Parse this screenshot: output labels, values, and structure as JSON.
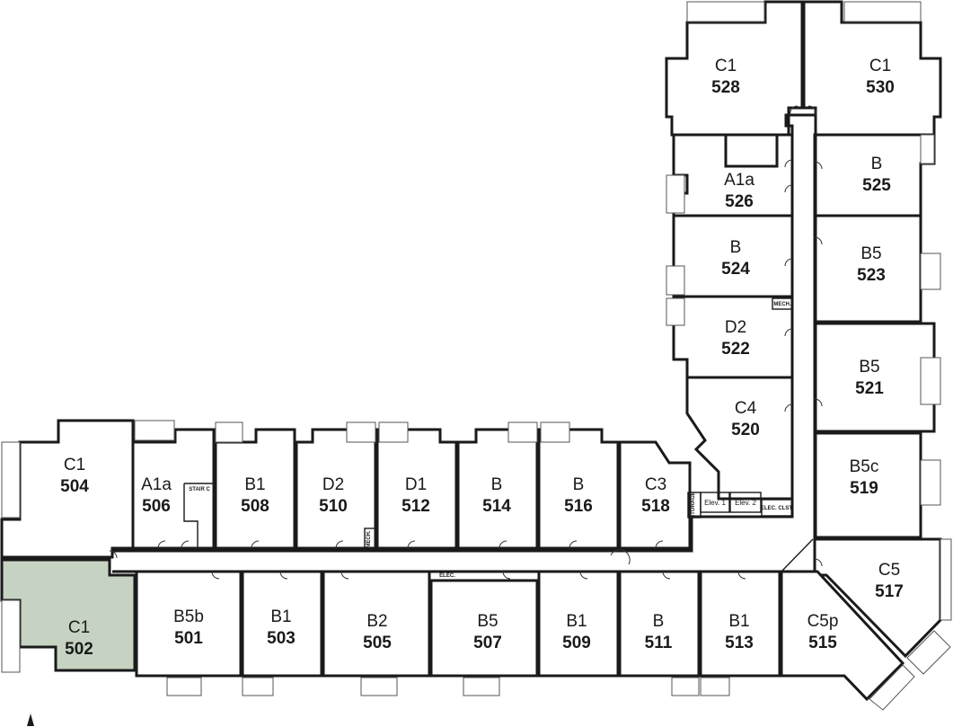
{
  "units": [
    {
      "id": "u504",
      "type": "C1",
      "number": "504"
    },
    {
      "id": "u506",
      "type": "A1a",
      "number": "506"
    },
    {
      "id": "u508",
      "type": "B1",
      "number": "508"
    },
    {
      "id": "u510",
      "type": "D2",
      "number": "510"
    },
    {
      "id": "u512",
      "type": "D1",
      "number": "512"
    },
    {
      "id": "u514",
      "type": "B",
      "number": "514"
    },
    {
      "id": "u516",
      "type": "B",
      "number": "516"
    },
    {
      "id": "u518",
      "type": "C3",
      "number": "518"
    },
    {
      "id": "u520",
      "type": "C4",
      "number": "520"
    },
    {
      "id": "u522",
      "type": "D2",
      "number": "522"
    },
    {
      "id": "u524",
      "type": "B",
      "number": "524"
    },
    {
      "id": "u526",
      "type": "A1a",
      "number": "526"
    },
    {
      "id": "u528",
      "type": "C1",
      "number": "528"
    },
    {
      "id": "u530",
      "type": "C1",
      "number": "530"
    },
    {
      "id": "u525",
      "type": "B",
      "number": "525"
    },
    {
      "id": "u523",
      "type": "B5",
      "number": "523"
    },
    {
      "id": "u521",
      "type": "B5",
      "number": "521"
    },
    {
      "id": "u519",
      "type": "B5c",
      "number": "519"
    },
    {
      "id": "u517",
      "type": "C5",
      "number": "517"
    },
    {
      "id": "u515",
      "type": "C5p",
      "number": "515"
    },
    {
      "id": "u513",
      "type": "B1",
      "number": "513"
    },
    {
      "id": "u511",
      "type": "B",
      "number": "511"
    },
    {
      "id": "u509",
      "type": "B1",
      "number": "509"
    },
    {
      "id": "u507",
      "type": "B5",
      "number": "507"
    },
    {
      "id": "u505",
      "type": "B2",
      "number": "505"
    },
    {
      "id": "u503",
      "type": "B1",
      "number": "503"
    },
    {
      "id": "u501",
      "type": "B5b",
      "number": "501"
    },
    {
      "id": "u502",
      "type": "C1",
      "number": "502"
    }
  ],
  "highlighted_unit": "502",
  "highlight_color": "#c6d3c2",
  "labels": {
    "stair_c": "STAIR C",
    "mech_510": "MECH.",
    "mech_522": "MECH.",
    "elec_corridor": "ELEC.",
    "storage": "STORAGE",
    "elev1": "Elev. 1",
    "elev2": "Elev. 2",
    "elec_clst": "ELEC. CLST."
  }
}
